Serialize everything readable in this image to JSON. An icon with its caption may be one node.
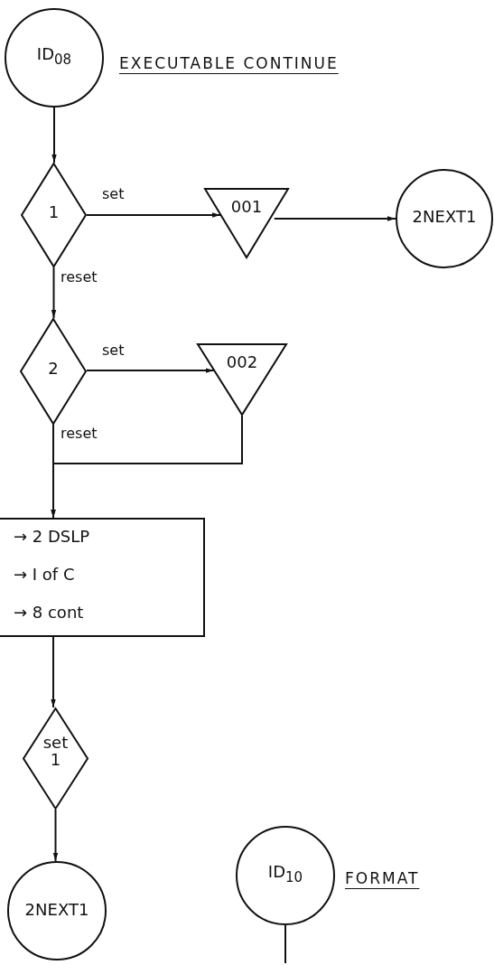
{
  "diagram": {
    "nodes": [
      {
        "text": [
          "ID$_{08}$"
        ],
        "beside": [
          "EXECUTABLE CONTINUE"
        ]
      },
      {
        "text": [
          "1"
        ]
      },
      {
        "text": [
          "001"
        ]
      },
      {
        "text": [
          "2NEXT1"
        ]
      },
      {
        "text": [
          "2"
        ]
      },
      {
        "text": [
          "002"
        ]
      },
      {
        "text": [
          "→ 2 DSLP",
          "→ I of C",
          "→ 8 cont"
        ]
      },
      {
        "text": [
          "set 1"
        ]
      },
      {
        "text": [
          "2NEXT1"
        ]
      },
      {
        "text": [
          "ID$_{10}$"
        ],
        "beside": [
          "FORMAT"
        ]
      }
    ],
    "edges": [
      {
        "from": 0,
        "to": 1,
        "arrow": "to"
      },
      {
        "from": 1,
        "to": 2,
        "arrow": "to",
        "label": "set"
      },
      {
        "from": 2,
        "to": 3,
        "arrow": "to"
      },
      {
        "from": 1,
        "to": 4,
        "arrow": "to",
        "label": "reset"
      },
      {
        "from": 4,
        "to": 5,
        "arrow": "to",
        "label": "set"
      },
      {
        "from": 5,
        "to": 6,
        "arrow": "to"
      },
      {
        "from": 4,
        "to": 6,
        "arrow": "to",
        "label": "reset"
      },
      {
        "from": 6,
        "to": 7,
        "arrow": "to"
      },
      {
        "from": 7,
        "to": 8,
        "arrow": "to"
      },
      {
        "from": 9,
        "to": null,
        "arrow": "none"
      }
    ]
  }
}
